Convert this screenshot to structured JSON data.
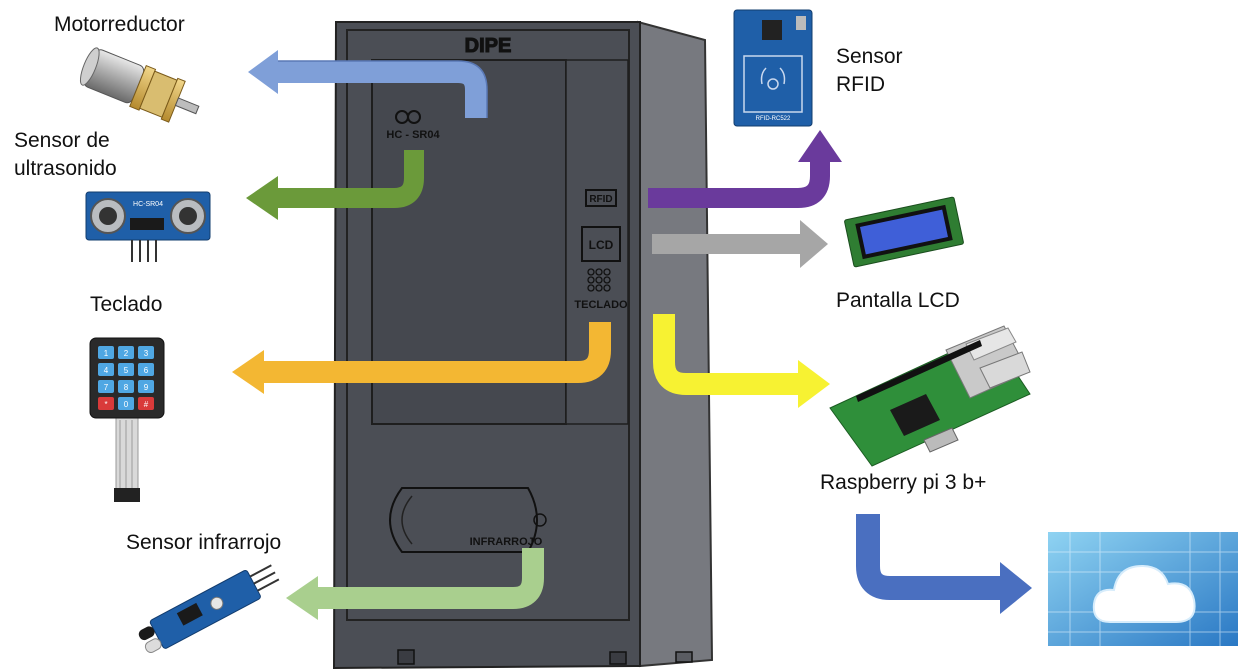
{
  "device": {
    "title": "DIPE",
    "panel_labels": {
      "ultrasonic": "HC - SR04",
      "rfid": "RFID",
      "lcd": "LCD",
      "keypad": "TECLADO",
      "infrared": "INFRARROJO"
    }
  },
  "components": {
    "motor": "Motorreductor",
    "ultrasonic_line1": "Sensor  de",
    "ultrasonic_line2": "ultrasonido",
    "ultrasonic_board_text": "HC-SR04",
    "keypad": "Teclado",
    "keypad_keys": [
      "1",
      "2",
      "3",
      "4",
      "5",
      "6",
      "7",
      "8",
      "9",
      "*",
      "0",
      "#"
    ],
    "infrared": "Sensor  infrarrojo",
    "rfid_line1": "Sensor",
    "rfid_line2": "RFID",
    "rfid_board_text": "RFID-RC522",
    "lcd": "Pantalla LCD",
    "raspberry": "Raspberry pi 3 b+"
  },
  "colors": {
    "motor_arrow": "#7f9fd8",
    "ultrasonic_arrow": "#6b9a3a",
    "keypad_arrow": "#f3b733",
    "infrared_arrow": "#a9cf8e",
    "rfid_arrow": "#6a3a9c",
    "lcd_arrow": "#a6a6a6",
    "raspberry_arrow": "#f7f232",
    "cloud_arrow": "#4a6fc0",
    "device_body": "#4a4d54",
    "device_side": "#777a80"
  }
}
